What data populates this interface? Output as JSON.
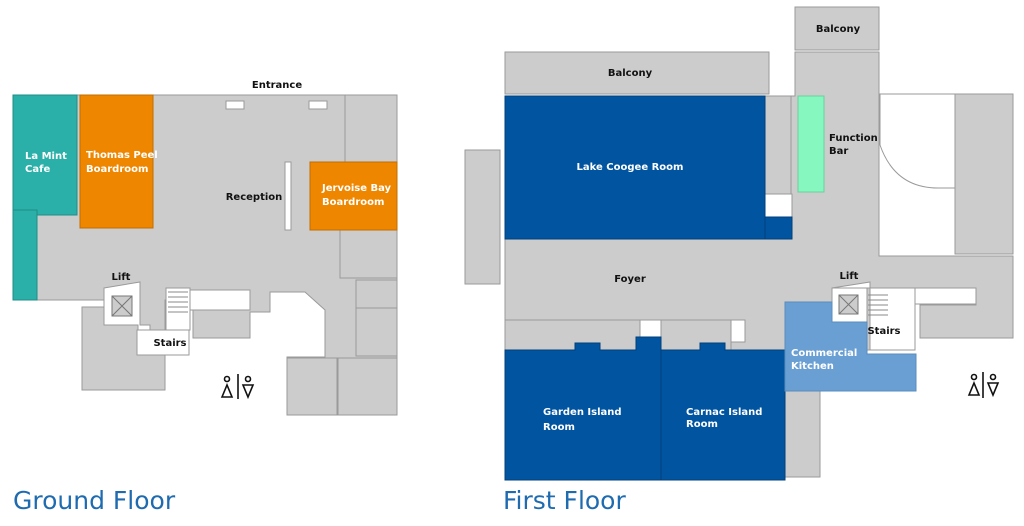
{
  "ground_floor": {
    "title": "Ground Floor",
    "entrance": "Entrance",
    "reception": "Reception",
    "lift": "Lift",
    "stairs": "Stairs",
    "rooms": {
      "la_mint": [
        "La Mint",
        "Cafe"
      ],
      "thomas_peel": [
        "Thomas Peel",
        "Boardroom"
      ],
      "jervoise_bay": [
        "Jervoise Bay",
        "Boardroom"
      ]
    }
  },
  "first_floor": {
    "title": "First Floor",
    "balcony_top": "Balcony",
    "balcony": "Balcony",
    "foyer": "Foyer",
    "lift": "Lift",
    "stairs": "Stairs",
    "rooms": {
      "lake_coogee": "Lake Coogee Room",
      "function_bar": [
        "Function",
        "Bar"
      ],
      "garden_island": [
        "Garden Island",
        "Room"
      ],
      "carnac_island": [
        "Carnac Island",
        "Room"
      ],
      "commercial_kitchen": [
        "Commercial",
        "Kitchen"
      ]
    }
  },
  "colors": {
    "cafe": "#2ab0a8",
    "boardroom": "#ee8600",
    "function_room": "#0054a0",
    "bar": "#86f7bf",
    "kitchen": "#6a9fd3",
    "floor": "#cccccc",
    "title": "#1f6bb0"
  }
}
